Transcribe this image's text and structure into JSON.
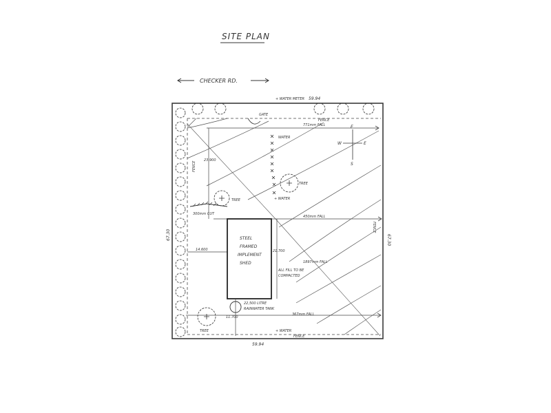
{
  "title": "SITE PLAN",
  "road": {
    "label": "CHECKER RD."
  },
  "dimensions": {
    "top_frontage": "59.94",
    "bottom_frontage": "59.94",
    "left_depth": "67.30",
    "right_depth": "67.30",
    "setback_front": "23.900",
    "setback_side": "14.600",
    "shed_length": "21.700",
    "tank_offset": "11.700"
  },
  "labels": {
    "water_meter": "+ WATER METER",
    "gate": "GATE",
    "fence_top": "FENCE",
    "fence_right": "FENCE",
    "fence_bottom": "FENCE",
    "fence_left": "FENCE",
    "fall_top": "771mm FALL",
    "fall_mid": "450mm FALL",
    "fall_low": "1897mm FALL",
    "fall_bottom": "367mm FALL",
    "water_1": "WATER",
    "water_2": "+ WATER",
    "water_3": "+ WATER",
    "tree_1": "TREE",
    "tree_2": "TREE",
    "tree_3": "TREE",
    "cut": "300mm CUT",
    "fill_note_1": "ALL FILL TO BE",
    "fill_note_2": "COMPACTED",
    "tank_1": "22,500 LITRE",
    "tank_2": "RAINWATER TANK",
    "shed_1": "STEEL",
    "shed_2": "FRAMED",
    "shed_3": "IMPLEMENT",
    "shed_4": "SHED"
  },
  "compass": {
    "n": "E",
    "w": "W",
    "e": "E",
    "s": "S"
  }
}
